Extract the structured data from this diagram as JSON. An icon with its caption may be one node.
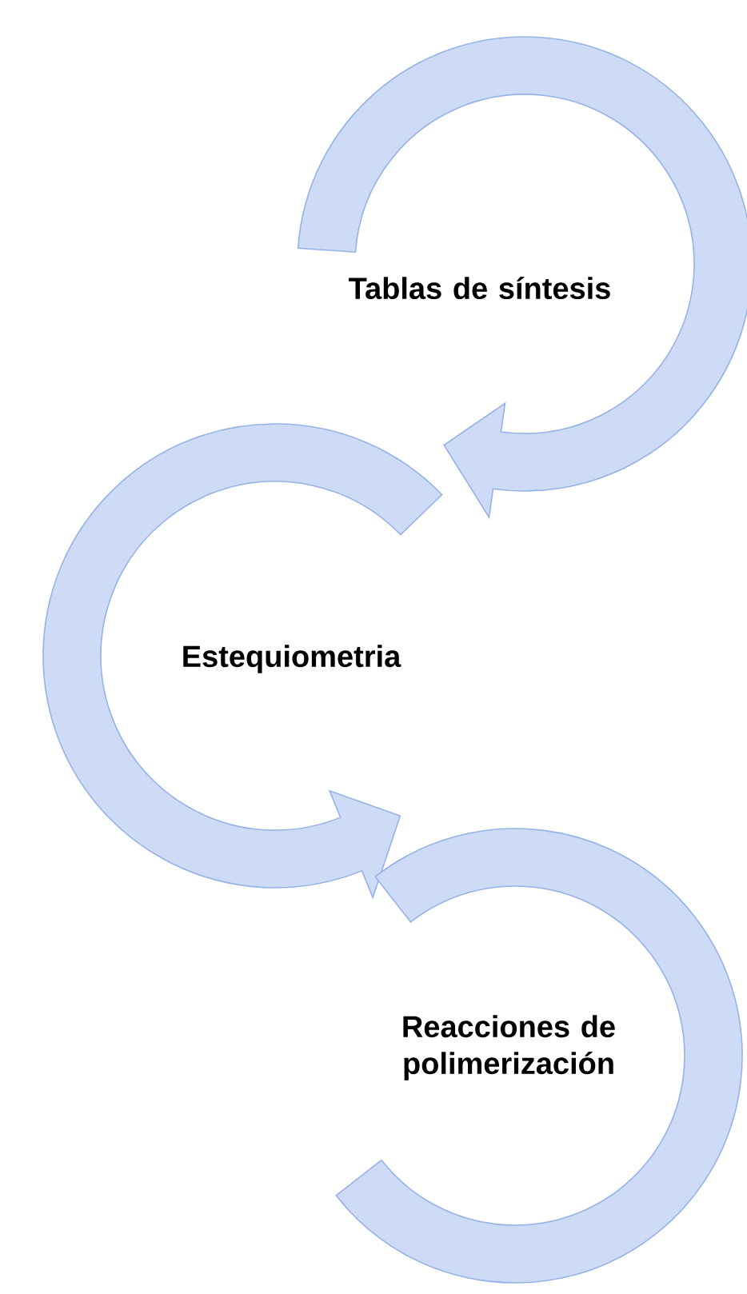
{
  "diagram": {
    "nodes": [
      {
        "text": [
          "Tablas de síntesis"
        ]
      },
      {
        "text": [
          "Estequiometria"
        ]
      },
      {
        "text": [
          "Reacciones de polimerización"
        ]
      }
    ]
  }
}
